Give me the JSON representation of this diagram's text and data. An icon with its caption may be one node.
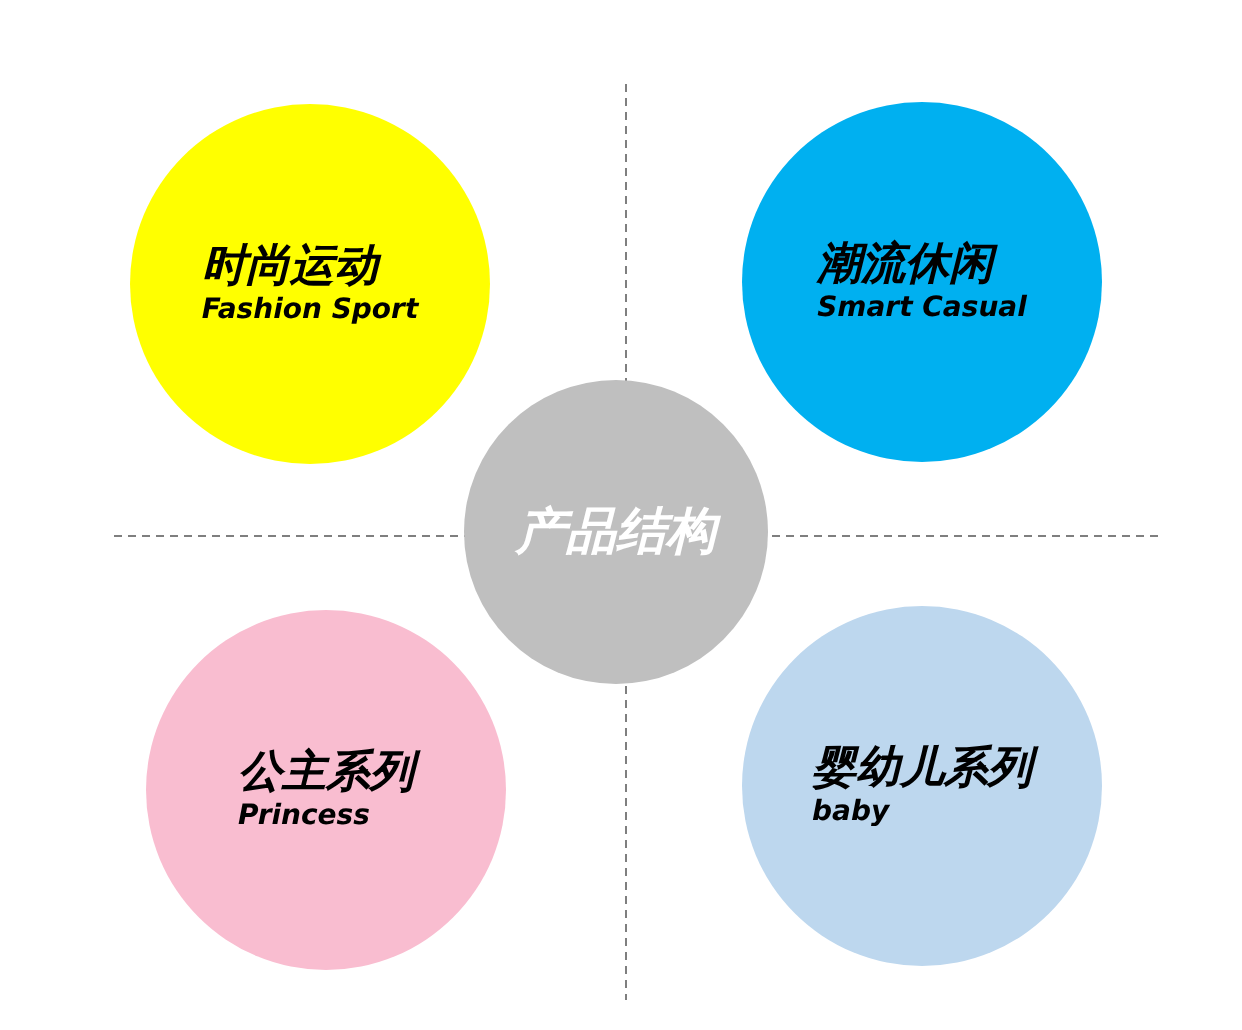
{
  "diagram": {
    "nodes": [
      {
        "text": [
          "时尚运动",
          "Fashion Sport"
        ]
      },
      {
        "text": [
          "潮流休闲",
          "Smart Casual"
        ]
      },
      {
        "text": [
          "产品结构"
        ]
      },
      {
        "text": [
          "公主系列",
          "Princess"
        ]
      },
      {
        "text": [
          "婴幼儿系列",
          "baby"
        ]
      }
    ],
    "edges": []
  }
}
